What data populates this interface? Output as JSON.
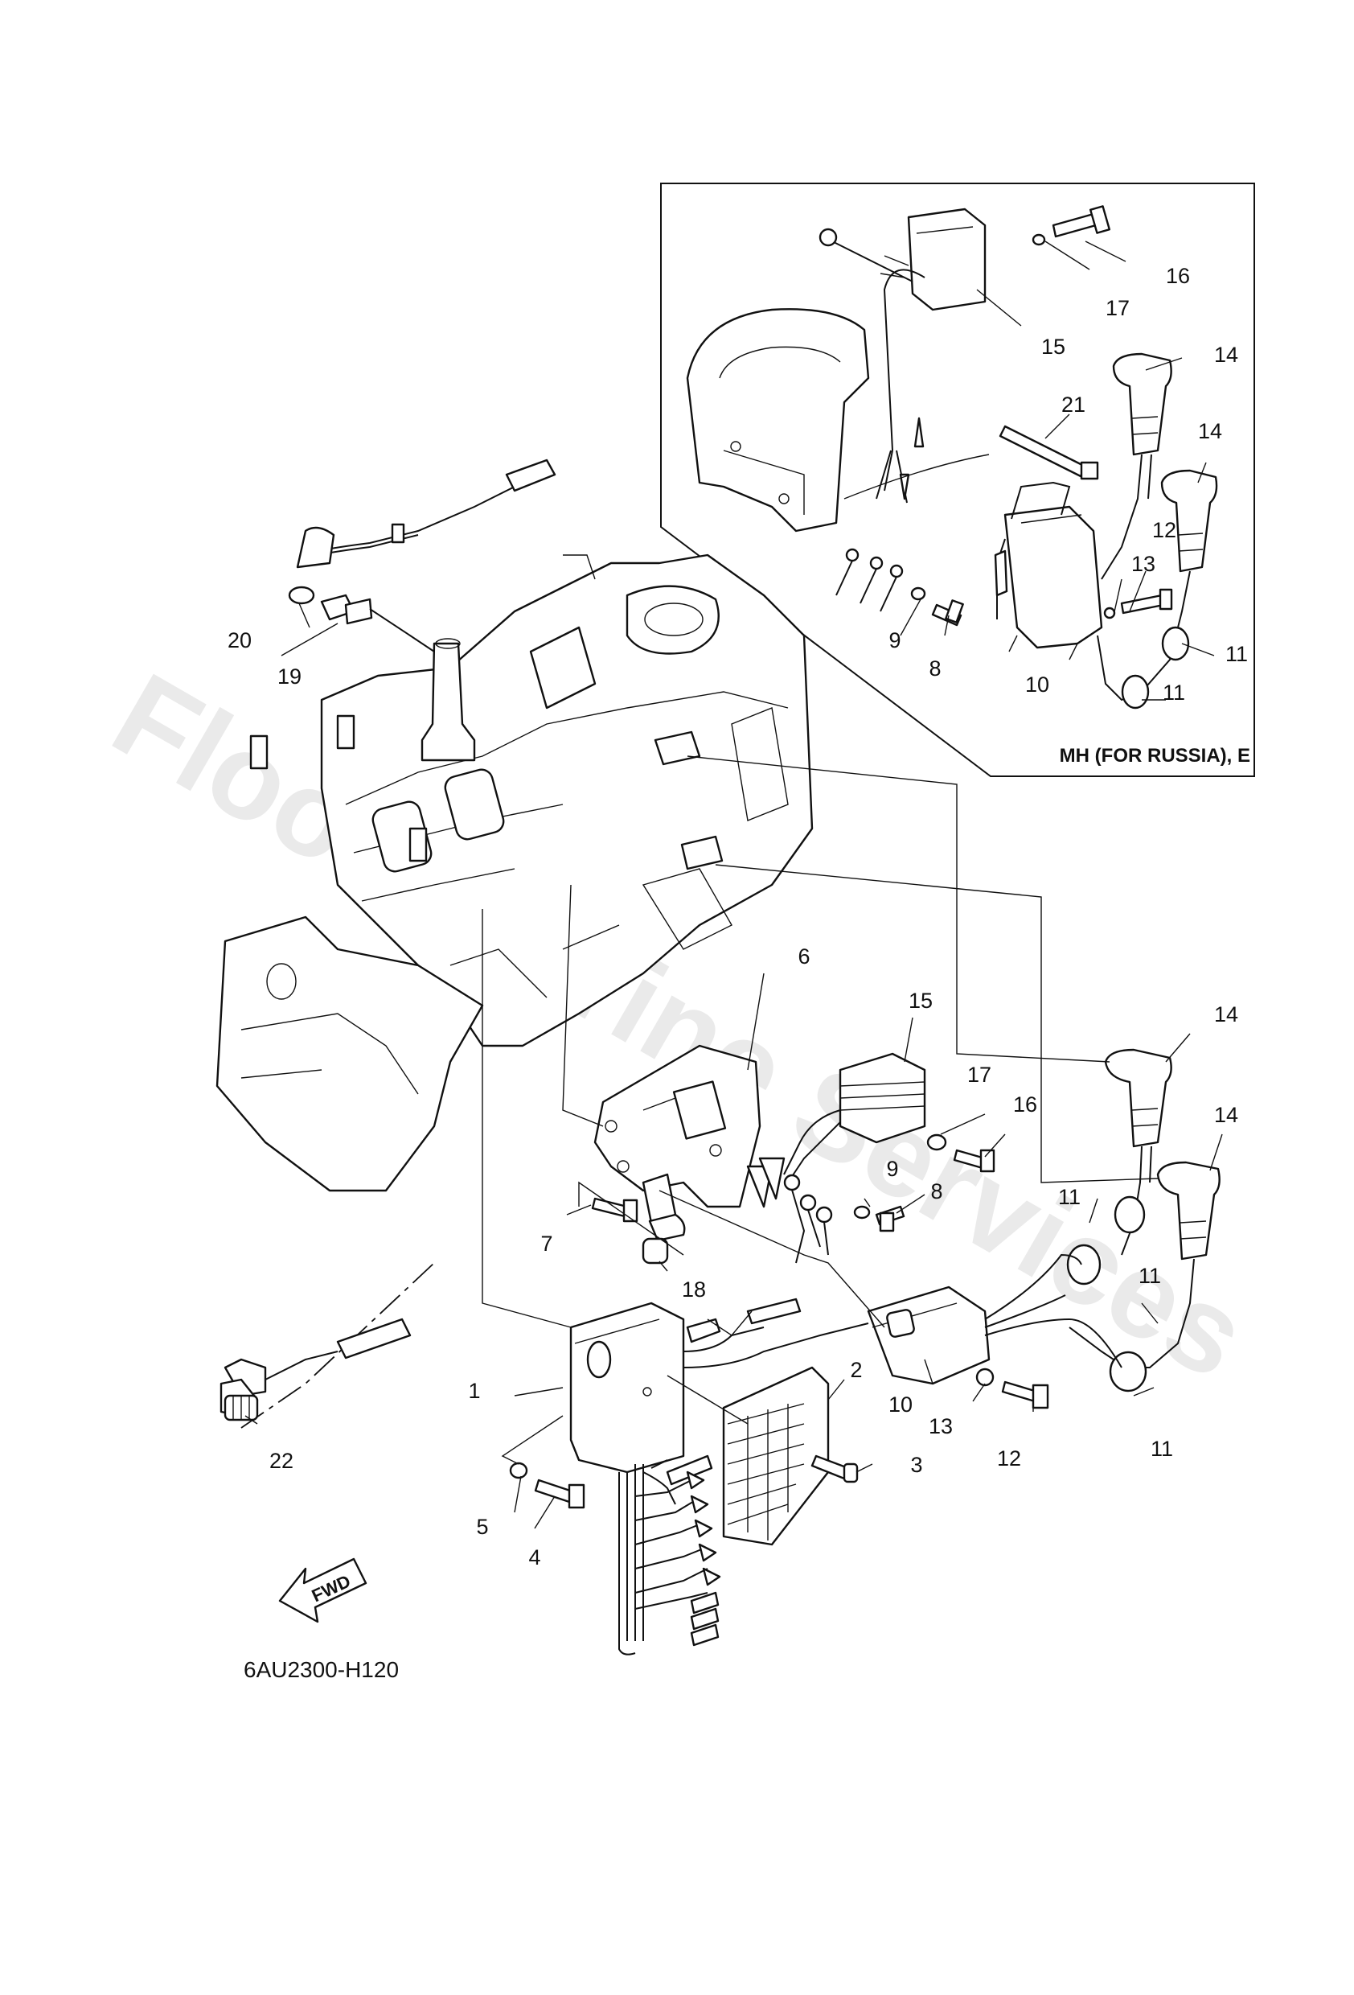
{
  "watermark": "Flood Marine Services",
  "inset": {
    "title": "MH (FOR RUSSIA), E"
  },
  "diagram_code": "6AU2300-H120",
  "fwd_label": "FWD",
  "callouts": {
    "c1": "1",
    "c2": "2",
    "c3": "3",
    "c4": "4",
    "c5": "5",
    "c6": "6",
    "c7": "7",
    "c8": "8",
    "c9": "9",
    "c10": "10",
    "c11a": "11",
    "c11b": "11",
    "c11c": "11",
    "c12": "12",
    "c13": "13",
    "c14a": "14",
    "c14b": "14",
    "c15": "15",
    "c16": "16",
    "c17": "17",
    "c18": "18",
    "c19": "19",
    "c20": "20",
    "c22": "22",
    "i8": "8",
    "i9": "9",
    "i10": "10",
    "i11a": "11",
    "i11b": "11",
    "i12": "12",
    "i13": "13",
    "i14a": "14",
    "i14b": "14",
    "i15": "15",
    "i16": "16",
    "i17": "17",
    "i21": "21"
  }
}
